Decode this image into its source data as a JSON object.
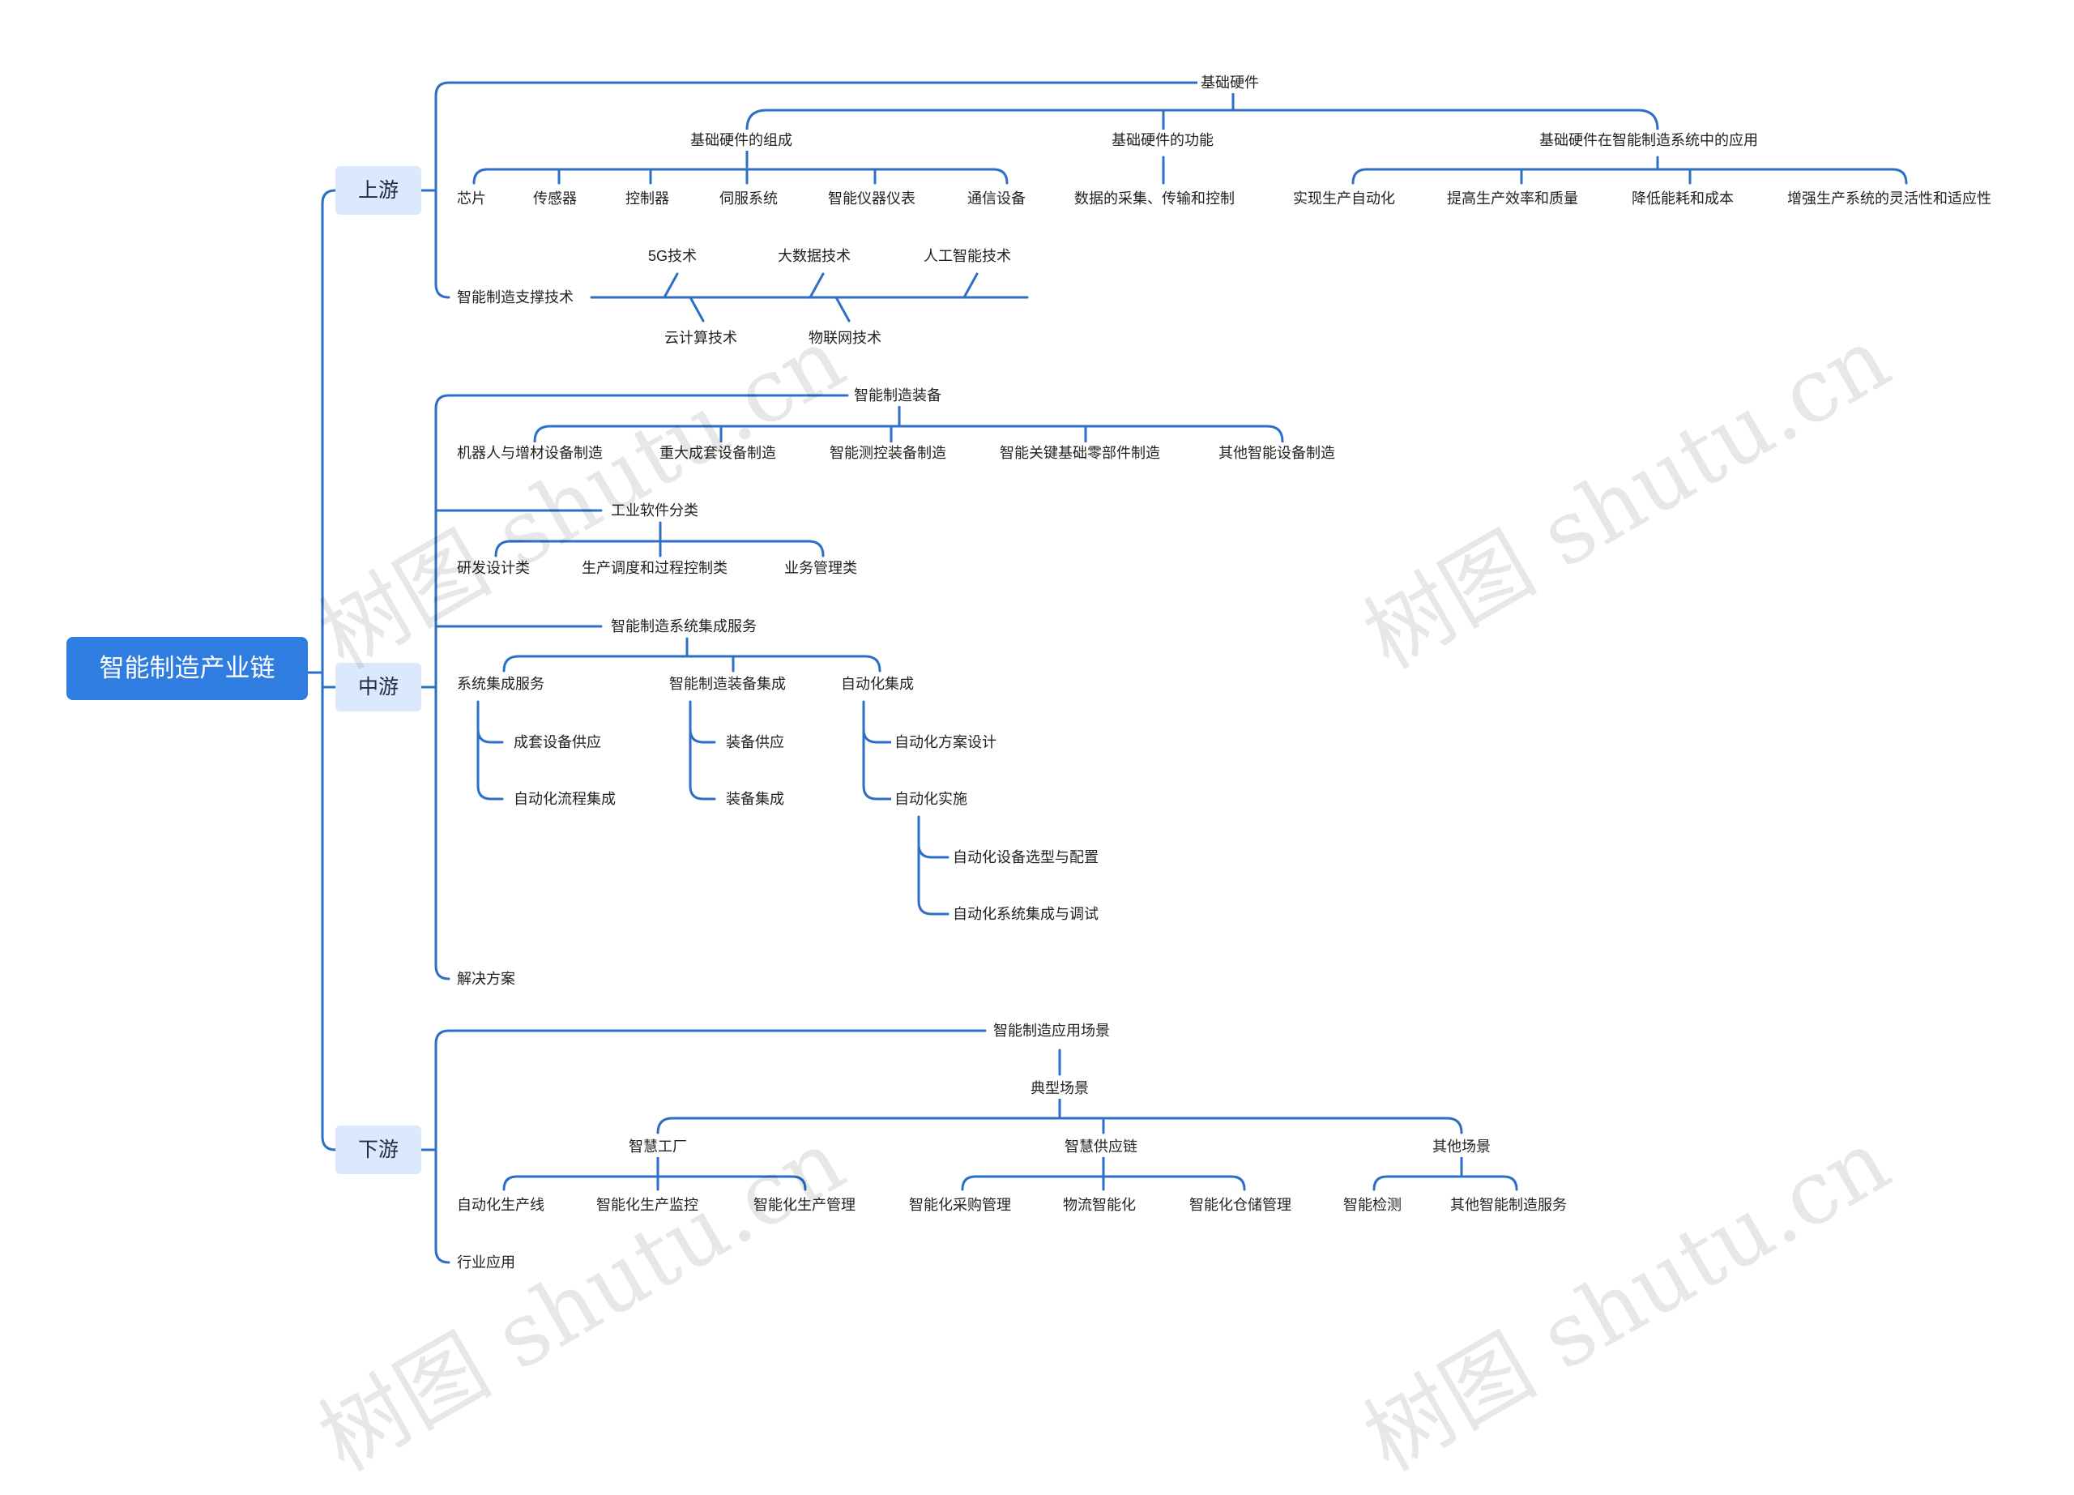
{
  "root": "智能制造产业链",
  "branches": {
    "upstream": "上游",
    "midstream": "中游",
    "downstream": "下游"
  },
  "upstream": {
    "hardware": {
      "title": "基础硬件",
      "composition": {
        "title": "基础硬件的组成",
        "items": [
          "芯片",
          "传感器",
          "控制器",
          "伺服系统",
          "智能仪器仪表",
          "通信设备"
        ]
      },
      "function": {
        "title": "基础硬件的功能",
        "items": [
          "数据的采集、传输和控制"
        ]
      },
      "application": {
        "title": "基础硬件在智能制造系统中的应用",
        "items": [
          "实现生产自动化",
          "提高生产效率和质量",
          "降低能耗和成本",
          "增强生产系统的灵活性和适应性"
        ]
      }
    },
    "support_tech": {
      "title": "智能制造支撑技术",
      "top": [
        "5G技术",
        "大数据技术",
        "人工智能技术"
      ],
      "bottom": [
        "云计算技术",
        "物联网技术"
      ]
    }
  },
  "midstream": {
    "equipment": {
      "title": "智能制造装备",
      "items": [
        "机器人与增材设备制造",
        "重大成套设备制造",
        "智能测控装备制造",
        "智能关键基础零部件制造",
        "其他智能设备制造"
      ]
    },
    "software": {
      "title": "工业软件分类",
      "items": [
        "研发设计类",
        "生产调度和过程控制类",
        "业务管理类"
      ]
    },
    "integration": {
      "title": "智能制造系统集成服务",
      "system": {
        "title": "系统集成服务",
        "items": [
          "成套设备供应",
          "自动化流程集成"
        ]
      },
      "equipment": {
        "title": "智能制造装备集成",
        "items": [
          "装备供应",
          "装备集成"
        ]
      },
      "automation": {
        "title": "自动化集成",
        "design": "自动化方案设计",
        "implement": {
          "title": "自动化实施",
          "items": [
            "自动化设备选型与配置",
            "自动化系统集成与调试"
          ]
        }
      }
    },
    "solution": "解决方案"
  },
  "downstream": {
    "scenes": {
      "title": "智能制造应用场景",
      "typical": {
        "title": "典型场景",
        "factory": {
          "title": "智慧工厂",
          "items": [
            "自动化生产线",
            "智能化生产监控",
            "智能化生产管理"
          ]
        },
        "supply": {
          "title": "智慧供应链",
          "items": [
            "智能化采购管理",
            "物流智能化",
            "智能化仓储管理"
          ]
        },
        "other": {
          "title": "其他场景",
          "items": [
            "智能检测",
            "其他智能制造服务"
          ]
        }
      }
    },
    "industry": "行业应用"
  },
  "watermark": "树图 shutu.cn",
  "colors": {
    "line": "#2d6fc4",
    "root_fill": "#2f7de1",
    "branch_fill": "#dce8fb",
    "text": "#222222"
  }
}
